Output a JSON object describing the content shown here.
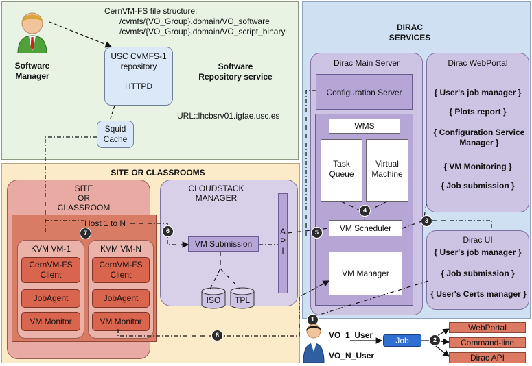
{
  "software_manager": {
    "label_line1": "Software",
    "label_line2": "Manager"
  },
  "cvmfs": {
    "title": "CernVM-FS file structure:",
    "path1": "/cvmfs/{VO_Group}.domain/VO_software",
    "path2": "/cvmfs/{VO_Group}.domain/VO_script_binary"
  },
  "usc_repo": {
    "line1": "USC CVMFS-1",
    "line2": "repository",
    "line3": "HTTPD"
  },
  "software_repo_service": {
    "line1": "Software",
    "line2": "Repository service"
  },
  "url": "URL::lhcbsrv01.igfae.usc.es",
  "squid": {
    "line1": "Squid",
    "line2": "Cache"
  },
  "dirac_services": {
    "line1": "DIRAC",
    "line2": "SERVICES"
  },
  "dirac_main_server": "Dirac Main Server",
  "configuration_server": "Configuration Server",
  "wms": "WMS",
  "task_queue": {
    "line1": "Task",
    "line2": "Queue"
  },
  "virtual_machine": {
    "line1": "Virtual",
    "line2": "Machine"
  },
  "vm_scheduler": "VM Scheduler",
  "vm_manager": "VM Manager",
  "dirac_webportal": {
    "title": "Dirac WebPortal",
    "items": [
      "{ User's job manager }",
      "{ Plots report }",
      "{ Configuration Service",
      "Manager }",
      "{ VM Monitoring }",
      "{ Job submission }"
    ]
  },
  "dirac_ui": {
    "title": "Dirac UI",
    "items": [
      "{ User's job manager }",
      "{ Job submission }",
      "{ User's Certs manager }"
    ]
  },
  "site_classrooms": "SITE OR CLASSROOMS",
  "site_or_classroom": {
    "line1": "SITE",
    "line2": "OR",
    "line3": "CLASSROOM"
  },
  "host": "Host 1 to N",
  "vm1": {
    "title": "KVM VM-1",
    "cvmfs_line1": "CernVM-FS",
    "cvmfs_line2": "Client",
    "jobagent": "JobAgent",
    "monitor": "VM Monitor"
  },
  "vmn": {
    "title": "KVM VM-N",
    "cvmfs_line1": "CernVM-FS",
    "cvmfs_line2": "Client",
    "jobagent": "JobAgent",
    "monitor": "VM Monitor"
  },
  "cloudstack": {
    "line1": "CLOUDSTACK",
    "line2": "MANAGER"
  },
  "api": [
    "A",
    "P",
    "I"
  ],
  "vm_submission": "VM Submission",
  "iso": "ISO",
  "tpl": "TPL",
  "users": {
    "first": "VO_1_User",
    "last": "VO_N_User"
  },
  "job": "Job",
  "outputs": [
    "WebPortal",
    "Command-line",
    "Dirac API"
  ],
  "badges": [
    "1",
    "2",
    "3",
    "4",
    "5",
    "6",
    "7",
    "8"
  ],
  "colors": {
    "green_panel": "#e8f3e3",
    "blue_panel": "#cfe0f3",
    "yellow_panel": "#fcebc9",
    "lavender": "#cdc3e2",
    "salmon": "#ec9e92",
    "orange": "#dc7a64",
    "job_blue": "#2f6fd1"
  }
}
